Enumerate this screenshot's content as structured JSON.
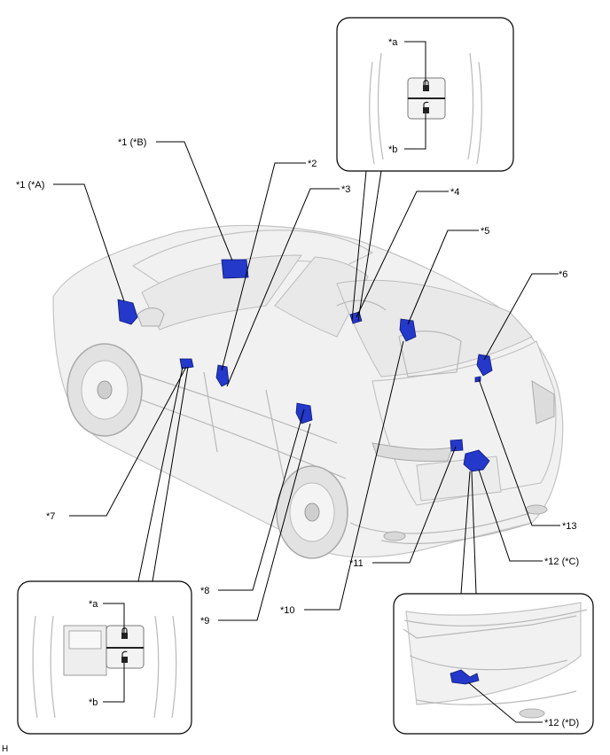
{
  "figure_id": "H",
  "labels": {
    "l1a": "*1 (*A)",
    "l1b": "*1 (*B)",
    "l2": "*2",
    "l3": "*3",
    "l4": "*4",
    "l5": "*5",
    "l6": "*6",
    "l7": "*7",
    "l8": "*8",
    "l9": "*9",
    "l10": "*10",
    "l11": "*11",
    "l12c": "*12 (*C)",
    "l12d": "*12 (*D)",
    "l13": "*13"
  },
  "inset_top": {
    "a": "*a",
    "b": "*b"
  },
  "inset_left": {
    "a": "*a",
    "b": "*b"
  },
  "colors": {
    "part": "#2438c9",
    "outline": "#000000",
    "vehicle": "#f1f1f1"
  }
}
